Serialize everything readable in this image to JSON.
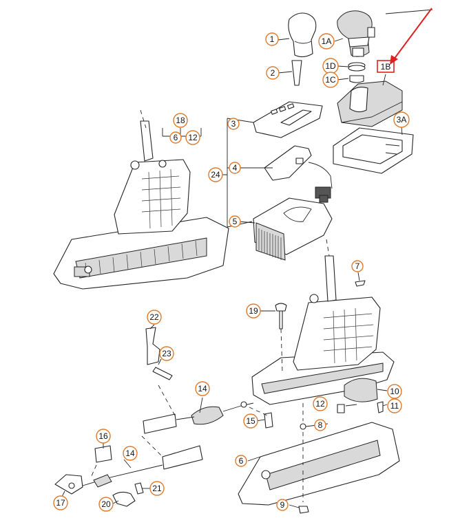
{
  "callouts": {
    "c1": "1",
    "c1A": "1A",
    "c1B": "1B",
    "c1C": "1C",
    "c1D": "1D",
    "c2": "2",
    "c3": "3",
    "c3A": "3A",
    "c4": "4",
    "c5": "5",
    "c6": "6",
    "c6b": "6",
    "c7": "7",
    "c8": "8",
    "c9": "9",
    "c10": "10",
    "c11": "11",
    "c12": "12",
    "c12b": "12",
    "c14": "14",
    "c14b": "14",
    "c15": "15",
    "c16": "16",
    "c17": "17",
    "c18": "18",
    "c19": "19",
    "c20": "20",
    "c21": "21",
    "c22": "22",
    "c23": "23",
    "c24": "24"
  },
  "colors": {
    "callout_ring": "#e07a2c",
    "highlight": "#e02020",
    "line": "#222222"
  }
}
